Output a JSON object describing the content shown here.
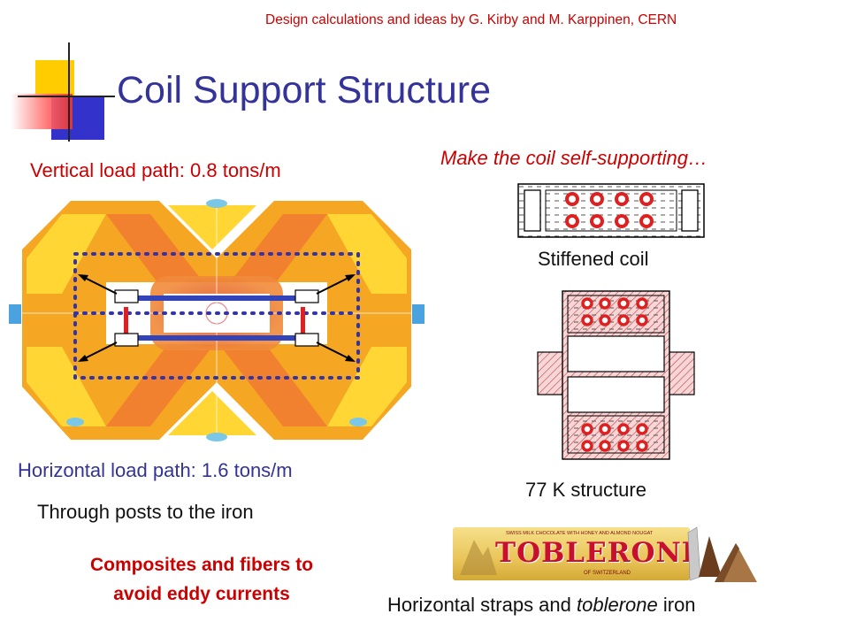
{
  "header": {
    "credit": "Design calculations and ideas by G. Kirby and M. Karppinen, CERN",
    "title": "Coil Support Structure"
  },
  "left_panel": {
    "vertical_load": "Vertical load path: 0.8 tons/m",
    "horizontal_load": "Horizontal load path: 1.6 tons/m",
    "posts_text": "Through posts to the iron",
    "composites_line1": "Composites and fibers to",
    "composites_line2": "avoid eddy currents"
  },
  "right_panel": {
    "self_supporting": "Make the coil self-supporting…",
    "stiffened_coil": "Stiffened coil",
    "structure_77k": "77 K structure",
    "straps_prefix": "Horizontal straps and ",
    "straps_italic": "toblerone",
    "straps_suffix": " iron"
  },
  "toblerone": {
    "brand": "TOBLERONE",
    "tagline": "SWISS MILK CHOCOLATE WITH HONEY AND ALMOND NOUGAT",
    "origin": "OF SWITZERLAND"
  },
  "colors": {
    "title_blue": "#333399",
    "accent_red": "#cc0000",
    "field_orange": "#f5a623",
    "field_yellow": "#ffd633",
    "load_blue": "#3333aa"
  }
}
